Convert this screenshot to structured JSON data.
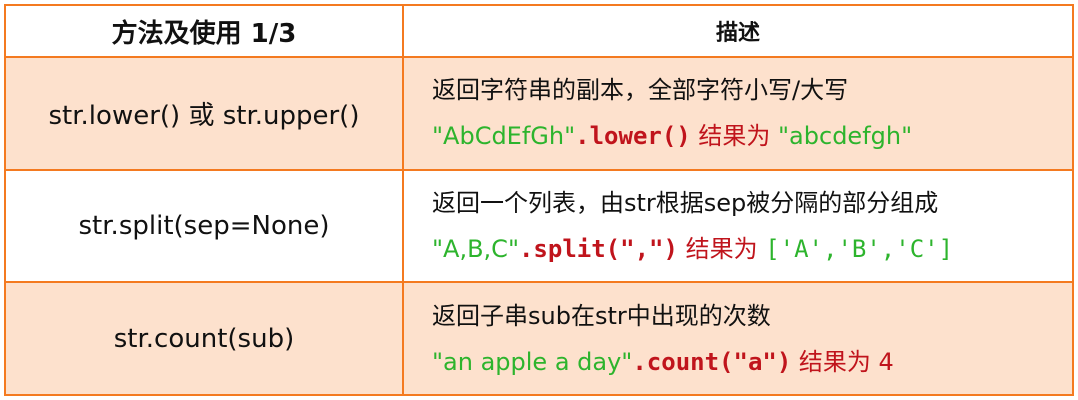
{
  "header": {
    "col1": "方法及使用 1/3",
    "col2": "描述"
  },
  "rows": [
    {
      "method": "str.lower() 或 str.upper()",
      "desc": "返回字符串的副本，全部字符小写/大写",
      "ex_str": "\"AbCdEfGh\"",
      "ex_call": ".lower()",
      "ex_result_label": " 结果为 ",
      "ex_result": "\"abcdefgh\""
    },
    {
      "method": "str.split(sep=None)",
      "desc": "返回一个列表，由str根据sep被分隔的部分组成",
      "ex_str": "\"A,B,C\"",
      "ex_call": ".split(\",\")",
      "ex_result_label": " 结果为 ",
      "ex_result": "['A','B','C']"
    },
    {
      "method": "str.count(sub)",
      "desc": "返回子串sub在str中出现的次数",
      "ex_str": "\"an apple a day\"",
      "ex_call": ".count(\"a\")",
      "ex_result_label": " 结果为 4",
      "ex_result": ""
    }
  ],
  "colors": {
    "border": "#f47a20",
    "peach": "#fde1cd",
    "green": "#2db42d",
    "red": "#c0141c"
  }
}
